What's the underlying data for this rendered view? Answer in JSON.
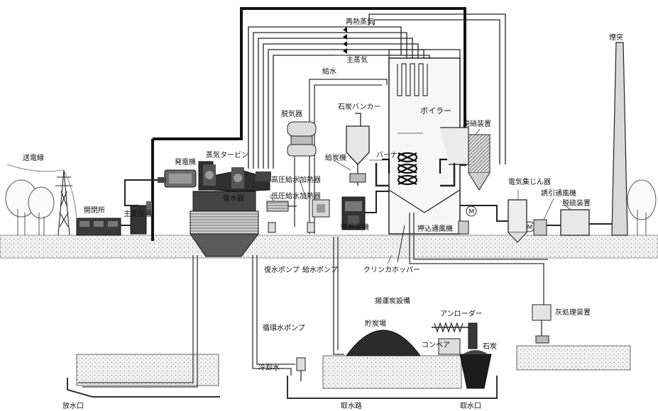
{
  "labels": {
    "reheat_steam": "再熱蒸気",
    "main_steam": "主蒸気",
    "feedwater": "給水",
    "chimney": "煙突",
    "deaerator": "脱気器",
    "coal_bunker": "石炭バンカー",
    "boiler": "ボイラー",
    "denitrification": "脱硝装置",
    "generator": "発電機",
    "steam_turbine": "蒸気タービン",
    "burner": "バーナー",
    "coal_feeder": "給炭機",
    "transmission_line": "送電線",
    "hp_heater": "高圧給水加熱器",
    "lp_heater": "低圧給水加熱器",
    "esp": "電気集じん器",
    "id_fan": "誘引通風機",
    "desulfurization": "脱硫装置",
    "switchyard": "開閉所",
    "main_transformer": "主変圧器",
    "condenser": "復水器",
    "pulverizer": "微粉炭機",
    "fd_fan": "押込通風機",
    "condensate_pump": "復水ポンプ",
    "feedwater_pump": "給水ポンプ",
    "clinker_hopper": "クリンカホッパー",
    "ash_handling": "灰処理装置",
    "coal_handling": "揚運炭設備",
    "unloader": "アンローダー",
    "coal_yard": "貯炭場",
    "conveyor": "コンベア",
    "coal": "石炭",
    "cw_pump": "循環水ポンプ",
    "cooling_water": "冷却水",
    "discharge_outlet": "放水口",
    "intake_channel": "取水路",
    "intake_outlet": "取水口",
    "motor_symbol": "M"
  }
}
